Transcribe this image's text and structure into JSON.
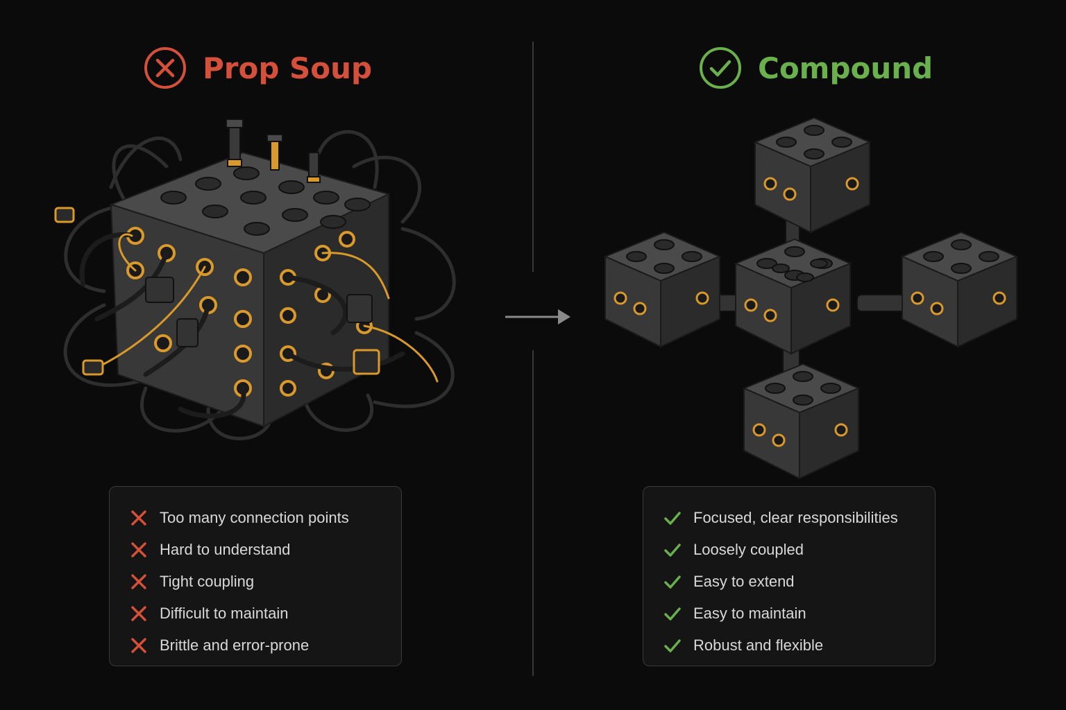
{
  "left": {
    "title": "Prop Soup",
    "title_color": "#d4503b",
    "icon": "x-circle-icon",
    "items": [
      "Too many connection points",
      "Hard to understand",
      "Tight coupling",
      "Difficult to maintain",
      "Brittle and error-prone"
    ]
  },
  "right": {
    "title": "Compound",
    "title_color": "#6ab04c",
    "icon": "check-circle-icon",
    "items": [
      "Focused, clear responsibilities",
      "Loosely coupled",
      "Easy to extend",
      "Easy to maintain",
      "Robust and flexible"
    ]
  },
  "accent_color": "#d99a2b"
}
